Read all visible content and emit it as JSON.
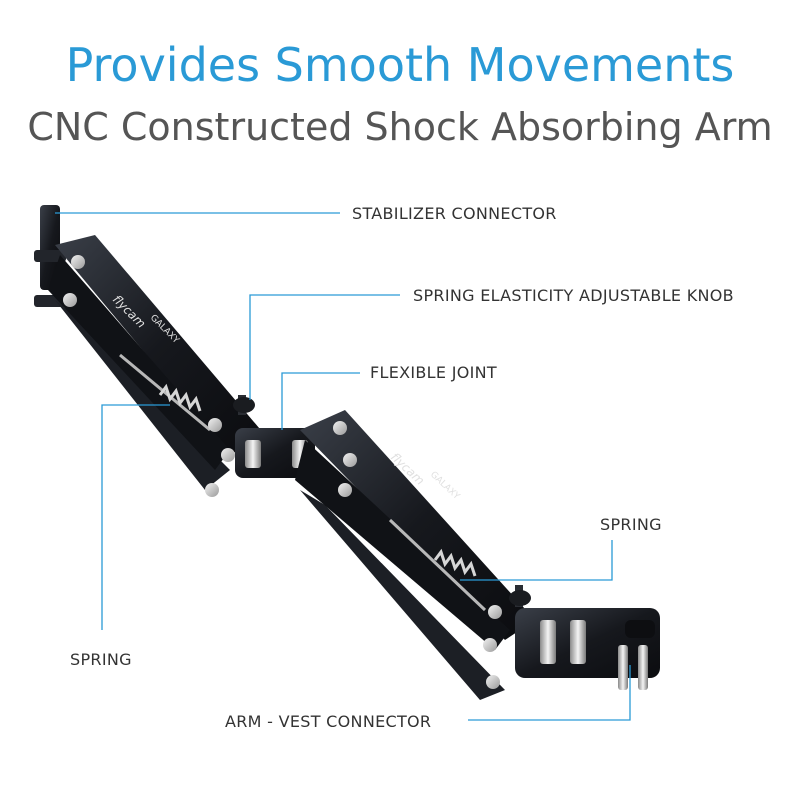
{
  "header": {
    "title": "Provides Smooth Movements",
    "subtitle": "CNC Constructed Shock Absorbing Arm"
  },
  "product": {
    "brand": "flycam",
    "model": "GALAXY"
  },
  "callouts": {
    "stabilizer_connector": "STABILIZER CONNECTOR",
    "spring_knob": "SPRING ELASTICITY ADJUSTABLE KNOB",
    "flexible_joint": "FLEXIBLE JOINT",
    "spring_right": "SPRING",
    "spring_left": "SPRING",
    "arm_vest_connector": "ARM - VEST CONNECTOR"
  },
  "colors": {
    "title": "#2a9ad6",
    "subtitle": "#555555",
    "leader_line": "#2a9ad6",
    "arm_body": "#16181d"
  }
}
